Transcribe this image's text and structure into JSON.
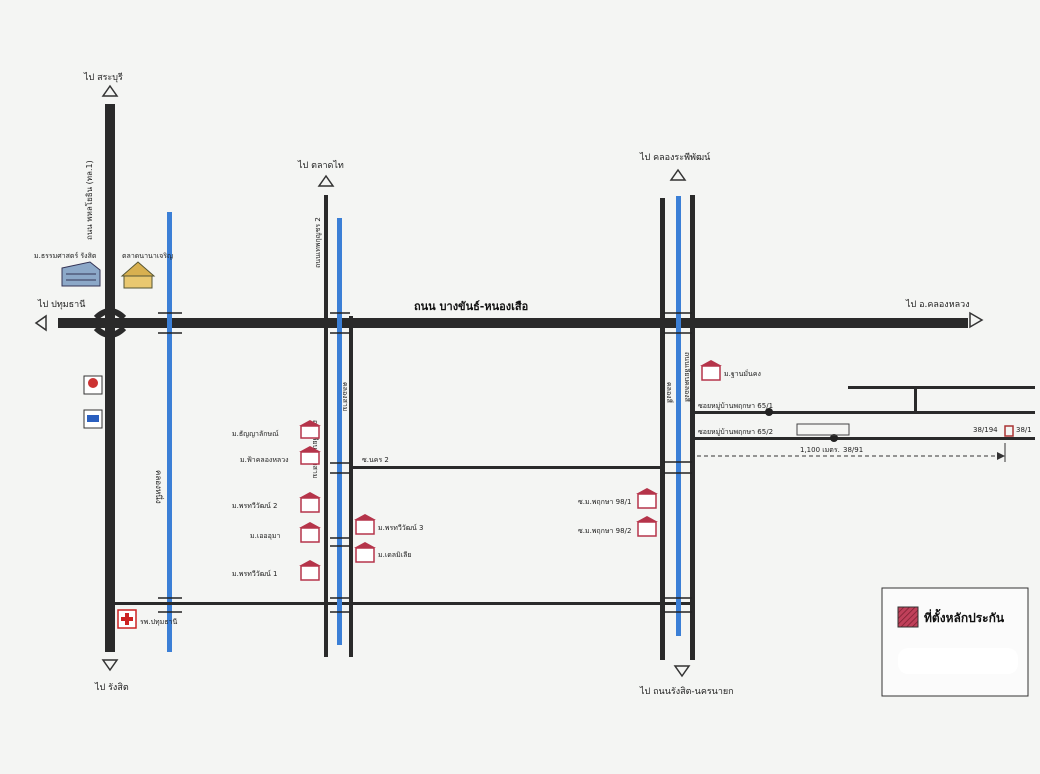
{
  "colors": {
    "road": "#2a2a2a",
    "canal": "#3b7fd6",
    "house_roof": "#b5344a",
    "legend_fill": "#c0405a"
  },
  "roads": {
    "main_horizontal": "ถนน บางขันธ์-หนองเสือ",
    "phahonyothin": "ถนน พหลโยธิน (ทล.1)",
    "liap_khlong": "ถนนเลียบคลอง",
    "khlong_3": "ถนนเลียบคลองสาม",
    "khlong_4": "ถนนเลียบคลองสี่",
    "soi_2": "ซ.นคร 2",
    "soi_65_1": "ซอยหมู่บ้านพฤกษา 65/1",
    "soi_65_2": "ซอยหมู่บ้านพฤกษา 65/2",
    "phahon_2": "ถนนเทพกุญชร 2"
  },
  "canals": {
    "khlong_nueng": "คลองหนึ่ง",
    "khlong_sam": "คลองสาม",
    "khlong_si": "คลองสี่"
  },
  "directions": {
    "saraburi": "ไป สระบุรี",
    "talad_thai": "ไป ตลาดไท",
    "khlong_rapiphat": "ไป คลองระพีพัฒน์",
    "pathum_thani": "ไป ปทุมธานี",
    "khlong_luang": "ไป อ.คลองหลวง",
    "rangsit": "ไป รังสิต",
    "rangsit_nakhon_nayok": "ไป ถนนรังสิต-นครนายก"
  },
  "landmarks": {
    "thammasat": "ม.ธรรมศาสตร์ รังสิต",
    "market": "ตลาดนานาเจริญ",
    "hospital": "รพ.ปทุมธานี",
    "village_thanya": "ม.ธัญญาลักษณ์",
    "village_fah": "ม.ฟ้าคลองหลวง",
    "village_pruksa2": "ม.พรทวีวัฒน์ 2",
    "village_eam": "ม.เอออุมา",
    "village_pruksa1": "ม.พรทวีวัฒน์ 1",
    "village_pruksa3": "ม.พรทวีวัฒน์ 3",
    "village_delight": "ม.เดลมิเลีย",
    "village_baan": "ม.ฐานมั่นคง",
    "village_p98_1": "ซ.ม.พฤกษา 98/1",
    "village_p98_2": "ซ.ม.พฤกษา 98/2"
  },
  "annotations": {
    "distance": "1,100 เมตร.",
    "plot_1": "38/91",
    "plot_2": "38/194",
    "plot_3": "38/1"
  },
  "legend": {
    "label": "ที่ตั้งหลักประกัน"
  }
}
